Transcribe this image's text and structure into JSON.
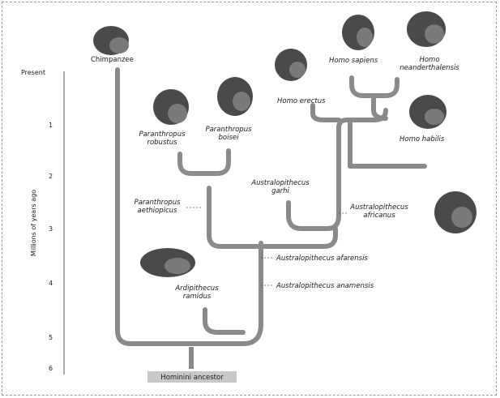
{
  "axis": {
    "title": "Millions of years ago",
    "ticks": [
      "Present",
      "1",
      "2",
      "3",
      "4",
      "5",
      "6"
    ]
  },
  "root_label": "Hominini ancestor",
  "species": {
    "chimpanzee": "Chimpanzee",
    "homo_sapiens": "Homo sapiens",
    "homo_neanderthalensis": "Homo neanderthalensis",
    "homo_erectus": "Homo erectus",
    "paranthropus_robustus": "Paranthropus robustus",
    "paranthropus_boisei": "Paranthropus boisei",
    "homo_habilis": "Homo habilis",
    "australopithecus_garhi": "Australopithecus garhi",
    "paranthropus_aethiopicus": "Paranthropus aethiopicus",
    "australopithecus_africanus": "Australopithecus africanus",
    "australopithecus_afarensis": "Australopithecus afarensis",
    "australopithecus_anamensis": "Australopithecus anamensis",
    "ardipithecus_ramidus": "Ardipithecus ramidus"
  },
  "icons": [
    "head-silhouette-icon"
  ]
}
